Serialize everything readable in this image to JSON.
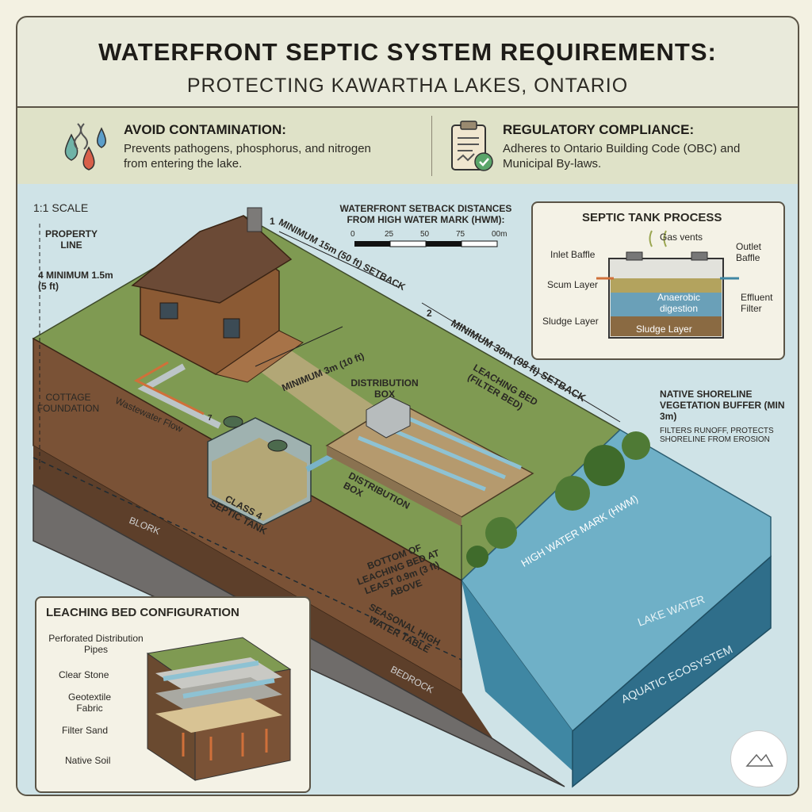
{
  "header": {
    "title": "WATERFRONT SEPTIC SYSTEM REQUIREMENTS:",
    "subtitle": "PROTECTING KAWARTHA LAKES, ONTARIO"
  },
  "info": {
    "contamination": {
      "heading": "AVOID CONTAMINATION:",
      "text": "Prevents pathogens, phosphorus, and nitrogen from entering the lake.",
      "icon": "water-drops-dna-icon"
    },
    "compliance": {
      "heading": "REGULATORY COMPLIANCE:",
      "text": "Adheres to Ontario Building Code (OBC) and Municipal By-laws.",
      "icon": "clipboard-check-icon"
    }
  },
  "scene": {
    "scale_label": "1:1 SCALE",
    "property_line": "PROPERTY LINE",
    "min_property": "4 MINIMUM 1.5m (5 ft)",
    "cottage_foundation": "COTTAGE FOUNDATION",
    "wastewater_flow": "Wastewater Flow",
    "setback_title": "WATERFRONT SETBACK DISTANCES FROM HIGH WATER MARK (HWM):",
    "scale_ticks": [
      "0",
      "25",
      "50",
      "75",
      "00m"
    ],
    "setback_15": "MINIMUM 15m (50 ft) SETBACK",
    "setback_30": "MINIMUM 30m (98 ft) SETBACK",
    "setback_3": "MINIMUM 3m (10 ft)",
    "distribution_box_top": "DISTRIBUTION BOX",
    "distribution_box_bottom": "DISTRIBUTION BOX",
    "leaching_bed": "LEACHING BED (FILTER BED)",
    "septic_tank": "CLASS 4 SEPTIC TANK",
    "blork": "BLORK",
    "bedrock": "BEDROCK",
    "bottom_bed": "BOTTOM OF LEACHING BED AT LEAST 0.9m (3 ft) ABOVE",
    "water_table": "SEASONAL HIGH WATER TABLE",
    "hwm": "HIGH WATER MARK (HWM)",
    "lake_water": "LAKE WATER",
    "aquatic": "AQUATIC ECOSYSTEM",
    "shoreline_title": "NATIVE SHORELINE VEGETATION BUFFER (MIN 3m)",
    "shoreline_desc": "FILTERS RUNOFF, PROTECTS SHORELINE FROM EROSION",
    "marker_1": "1",
    "marker_2": "2",
    "marker_7": "7"
  },
  "tank_inset": {
    "title": "SEPTIC TANK PROCESS",
    "gas": "Gas vents",
    "inlet": "Inlet Baffle",
    "outlet": "Outlet Baffle",
    "scum": "Scum Layer",
    "anaerobic": "Anaerobic digestion",
    "effluent": "Effluent Filter",
    "sludge_left": "Sludge Layer",
    "sludge_inner": "Sludge Layer"
  },
  "bed_inset": {
    "title": "LEACHING BED CONFIGURATION",
    "pipes": "Perforated Distribution Pipes",
    "stone": "Clear Stone",
    "fabric": "Geotextile Fabric",
    "sand": "Filter Sand",
    "soil": "Native Soil"
  },
  "colors": {
    "grass": "#7f9a52",
    "soil": "#7a5236",
    "water": "#3f87a3",
    "bedrock": "#6f6c6a",
    "frame": "#5a5446"
  }
}
